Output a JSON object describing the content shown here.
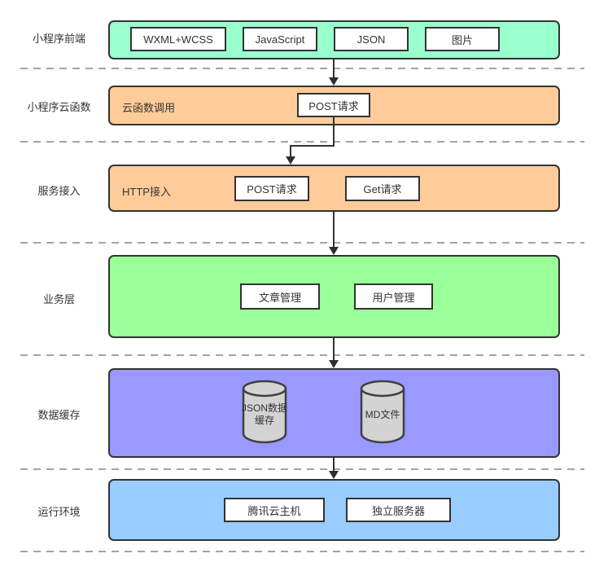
{
  "canvas": {
    "bg": "#ffffff",
    "line_color": "#333333",
    "dash_color": "#a3a3a3",
    "cylinder_fill": "#d3d3d3"
  },
  "rows": [
    {
      "label": "小程序前端",
      "band_color": "#99ffcc",
      "boxes": [
        "WXML+WCSS",
        "JavaScript",
        "JSON",
        "图片"
      ]
    },
    {
      "label": "小程序云函数",
      "band_color": "#ffcc99",
      "band_text": "云函数调用",
      "boxes": [
        "POST请求"
      ]
    },
    {
      "label": "服务接入",
      "band_color": "#ffcc99",
      "band_text": "HTTP接入",
      "boxes": [
        "POST请求",
        "Get请求"
      ]
    },
    {
      "label": "业务层",
      "band_color": "#99ff99",
      "boxes": [
        "文章管理",
        "用户管理"
      ]
    },
    {
      "label": "数据缓存",
      "band_color": "#9999ff",
      "cylinders": [
        "JSON数据缓存",
        "MD文件"
      ]
    },
    {
      "label": "运行环境",
      "band_color": "#99ccff",
      "boxes": [
        "腾讯云主机",
        "独立服务器"
      ]
    }
  ]
}
